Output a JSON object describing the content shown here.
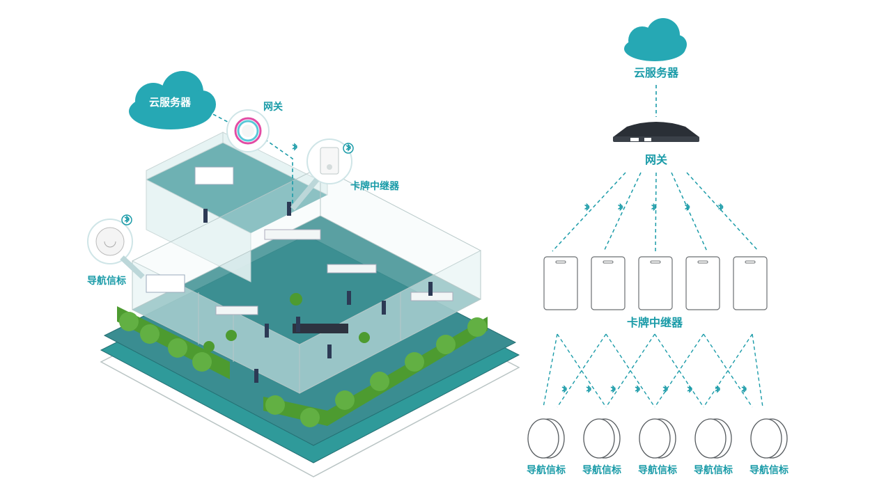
{
  "colors": {
    "accent": "#1a9ba8",
    "cloud": "#26a8b4",
    "floor_teal": "#2f9a9a",
    "hedge": "#5aa83a",
    "glass": "#e6f3f3"
  },
  "illustration": {
    "cloud_label": "云服务器",
    "gateway_label": "网关",
    "repeater_label": "卡牌中继器",
    "beacon_label": "导航信标",
    "icons": [
      "cloud-icon",
      "gateway-device-icon",
      "card-repeater-device-icon",
      "beacon-device-icon",
      "bluetooth-icon"
    ]
  },
  "diagram": {
    "cloud_label": "云服务器",
    "gateway_label": "网关",
    "repeater_label": "卡牌中继器",
    "repeater_count": 5,
    "beacons": [
      {
        "label": "导航信标"
      },
      {
        "label": "导航信标"
      },
      {
        "label": "导航信标"
      },
      {
        "label": "导航信标"
      },
      {
        "label": "导航信标"
      }
    ]
  }
}
